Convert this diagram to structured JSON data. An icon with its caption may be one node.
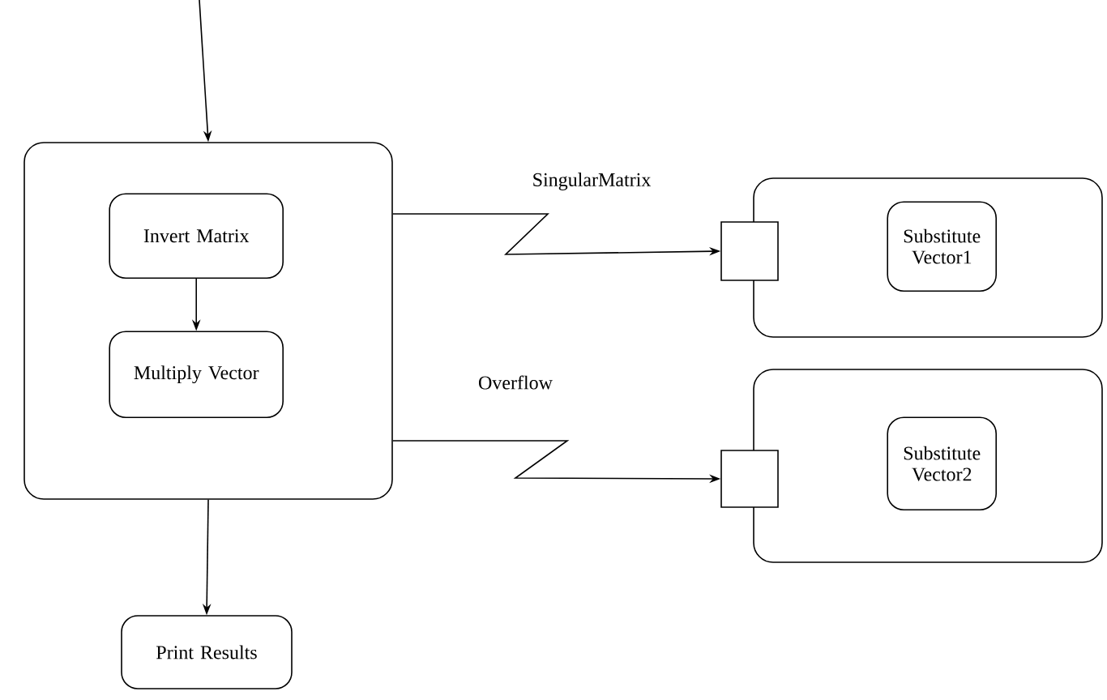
{
  "diagram": {
    "nodes": [
      {
        "text": [],
        "shape": "box"
      },
      {
        "text": [
          "Invert Matrix"
        ],
        "in": 0
      },
      {
        "text": [
          "Multiply Vector"
        ],
        "in": 0
      },
      {
        "text": [],
        "shape": "box"
      },
      {
        "text": [],
        "shape": "box"
      },
      {
        "text": [
          "Substitute Vector1"
        ],
        "in": 3
      },
      {
        "text": [],
        "shape": "box"
      },
      {
        "text": [],
        "shape": "box"
      },
      {
        "text": [
          "Substitute Vector2"
        ],
        "in": 6
      },
      {
        "text": [
          "Print Results"
        ]
      }
    ],
    "edges": [
      {
        "from": null,
        "to": 0,
        "arrow": "to"
      },
      {
        "from": 1,
        "to": 2,
        "arrow": "to"
      },
      {
        "from": 0,
        "to": 4,
        "arrow": "to",
        "label": "SingularMatrix"
      },
      {
        "from": 0,
        "to": 7,
        "arrow": "to",
        "label": "Overflow"
      },
      {
        "from": 0,
        "to": 9,
        "arrow": "to"
      }
    ]
  }
}
